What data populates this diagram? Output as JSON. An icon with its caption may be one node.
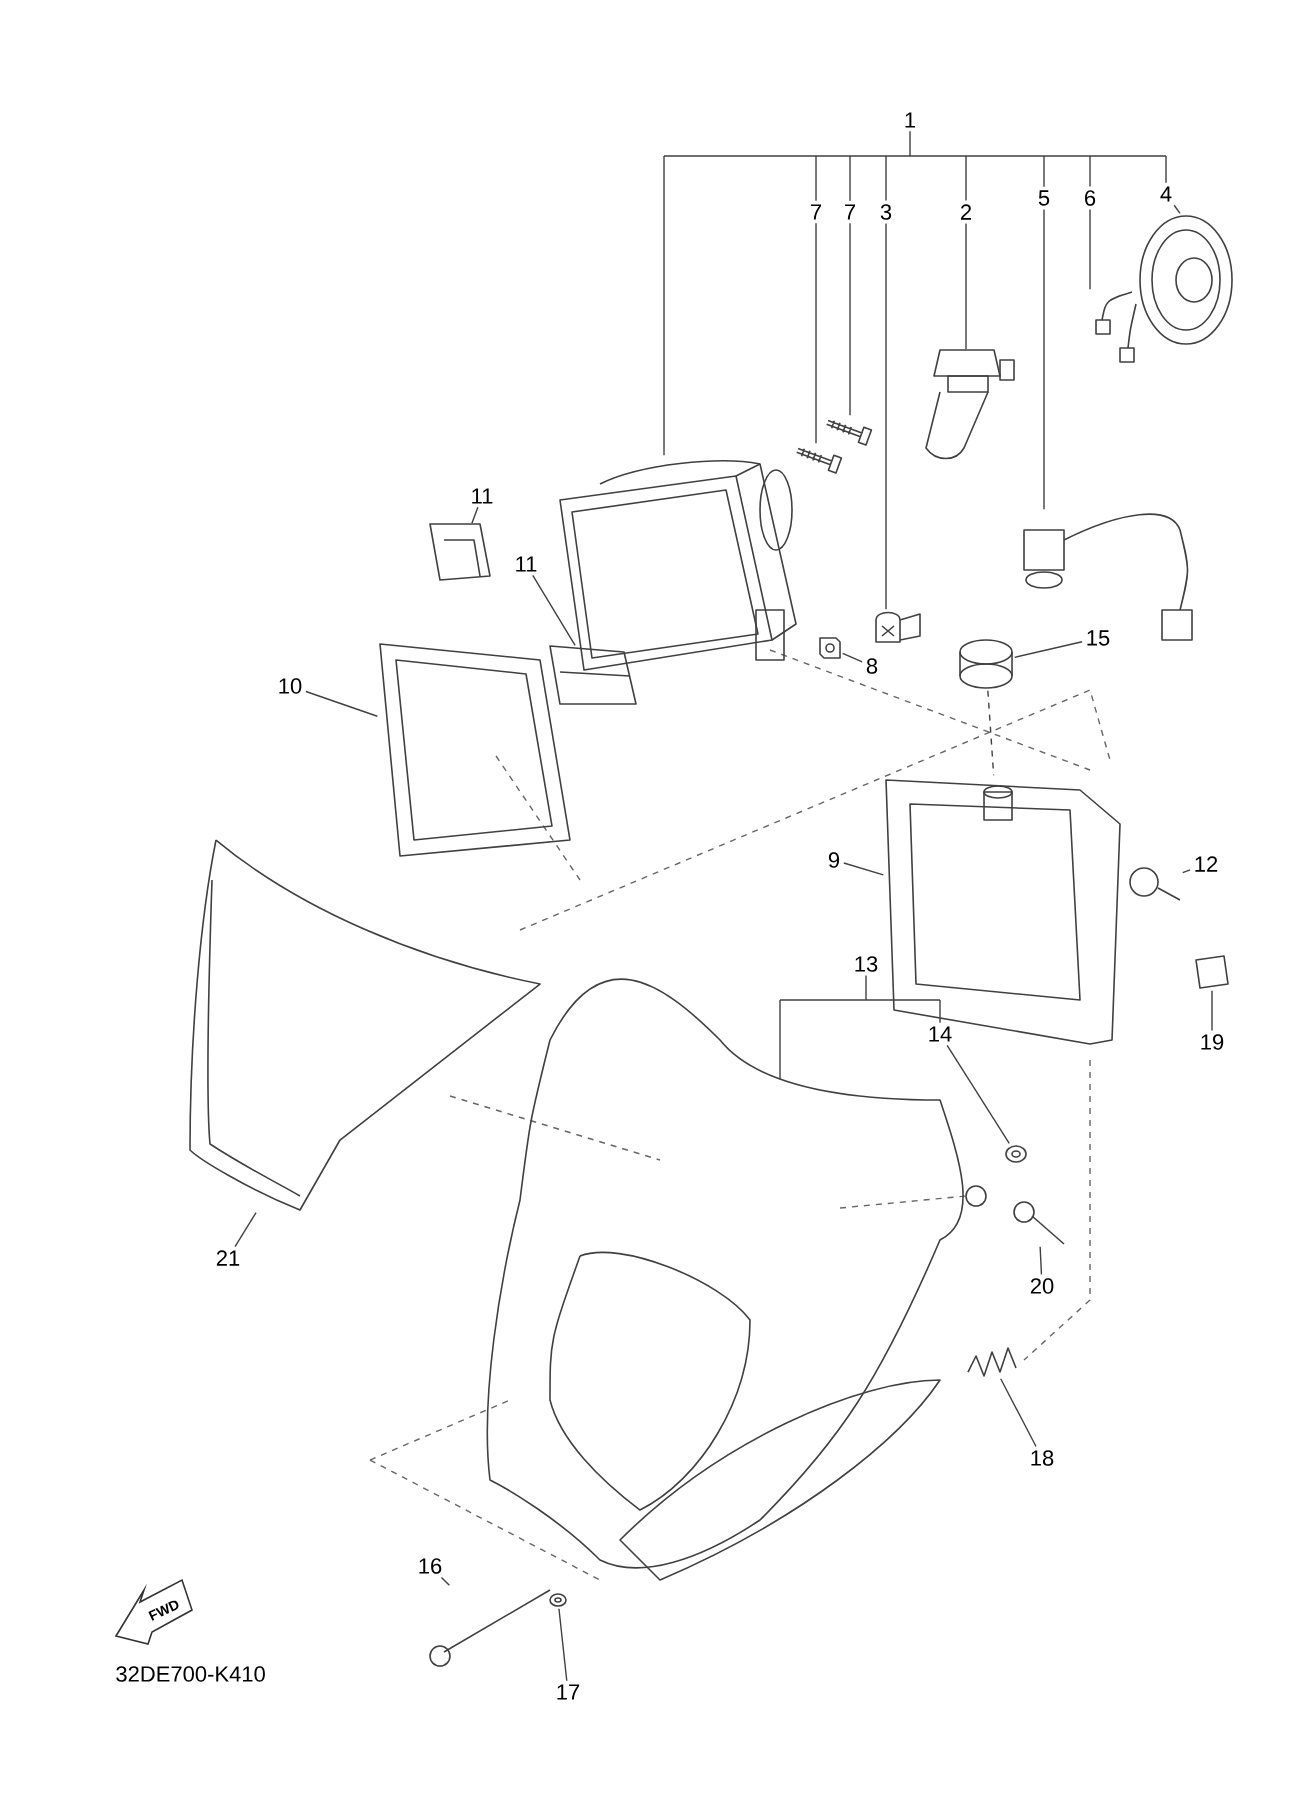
{
  "diagram": {
    "nodes": [
      {
        "text": [
          "1"
        ]
      },
      {
        "text": [
          "7"
        ]
      },
      {
        "text": [
          "7"
        ]
      },
      {
        "text": [
          "3"
        ]
      },
      {
        "text": [
          "2"
        ]
      },
      {
        "text": [
          "5"
        ]
      },
      {
        "text": [
          "6"
        ]
      },
      {
        "text": [
          "4"
        ]
      },
      {
        "text": [
          "11"
        ]
      },
      {
        "text": [
          "11"
        ]
      },
      {
        "text": [
          "8"
        ]
      },
      {
        "text": [
          "15"
        ]
      },
      {
        "text": [
          "10"
        ]
      },
      {
        "text": [
          "9"
        ]
      },
      {
        "text": [
          "12"
        ]
      },
      {
        "text": [
          "13"
        ]
      },
      {
        "text": [
          "14"
        ]
      },
      {
        "text": [
          "19"
        ]
      },
      {
        "text": [
          "21"
        ]
      },
      {
        "text": [
          "20"
        ]
      },
      {
        "text": [
          "18"
        ]
      },
      {
        "text": [
          "16"
        ]
      },
      {
        "text": [
          "17"
        ]
      },
      {
        "text": [],
        "shape": "picture"
      },
      {
        "text": [],
        "shape": "picture"
      },
      {
        "text": [],
        "shape": "picture"
      },
      {
        "text": [],
        "shape": "picture"
      },
      {
        "text": [],
        "shape": "picture"
      },
      {
        "text": [],
        "shape": "picture"
      },
      {
        "text": [],
        "shape": "picture"
      },
      {
        "text": [],
        "shape": "picture"
      },
      {
        "text": [],
        "shape": "picture"
      },
      {
        "text": [],
        "shape": "picture"
      },
      {
        "text": [],
        "shape": "picture"
      },
      {
        "text": [],
        "shape": "picture"
      },
      {
        "text": [],
        "shape": "picture"
      },
      {
        "text": [],
        "shape": "picture"
      },
      {
        "text": [],
        "shape": "picture"
      },
      {
        "text": [],
        "shape": "picture"
      },
      {
        "text": [],
        "shape": "picture"
      },
      {
        "text": [],
        "shape": "picture"
      },
      {
        "text": [],
        "shape": "picture"
      },
      {
        "text": [],
        "shape": "picture"
      },
      {
        "text": [],
        "shape": "picture"
      },
      {
        "text": [],
        "shape": "picture"
      },
      {
        "text": [],
        "shape": "picture"
      }
    ],
    "edges": [
      {
        "from": 0,
        "to": 23,
        "arrow": "none"
      },
      {
        "from": 0,
        "to": 1,
        "arrow": "none"
      },
      {
        "from": 0,
        "to": 2,
        "arrow": "none"
      },
      {
        "from": 0,
        "to": 3,
        "arrow": "none"
      },
      {
        "from": 0,
        "to": 4,
        "arrow": "none"
      },
      {
        "from": 0,
        "to": 5,
        "arrow": "none"
      },
      {
        "from": 0,
        "to": 6,
        "arrow": "none"
      },
      {
        "from": 0,
        "to": 7,
        "arrow": "none"
      },
      {
        "from": 1,
        "to": 24,
        "arrow": "none"
      },
      {
        "from": 2,
        "to": 25,
        "arrow": "none"
      },
      {
        "from": 3,
        "to": 26,
        "arrow": "none"
      },
      {
        "from": 4,
        "to": 27,
        "arrow": "none"
      },
      {
        "from": 5,
        "to": 28,
        "arrow": "none"
      },
      {
        "from": 6,
        "to": 29,
        "arrow": "none"
      },
      {
        "from": 7,
        "to": 30,
        "arrow": "none"
      },
      {
        "from": 8,
        "to": 31,
        "arrow": "none"
      },
      {
        "from": 9,
        "to": 32,
        "arrow": "none"
      },
      {
        "from": 10,
        "to": 33,
        "arrow": "none"
      },
      {
        "from": 11,
        "to": 34,
        "arrow": "none"
      },
      {
        "from": 12,
        "to": 35,
        "arrow": "none"
      },
      {
        "from": 13,
        "to": 36,
        "arrow": "none"
      },
      {
        "from": 14,
        "to": 37,
        "arrow": "none"
      },
      {
        "from": 15,
        "to": 40,
        "arrow": "none"
      },
      {
        "from": 15,
        "to": 16,
        "arrow": "none"
      },
      {
        "from": 16,
        "to": 41,
        "arrow": "none"
      },
      {
        "from": 17,
        "to": 38,
        "arrow": "none"
      },
      {
        "from": 18,
        "to": 39,
        "arrow": "none"
      },
      {
        "from": 19,
        "to": 42,
        "arrow": "none"
      },
      {
        "from": 20,
        "to": 43,
        "arrow": "none"
      },
      {
        "from": 21,
        "to": 44,
        "arrow": "none"
      },
      {
        "from": 22,
        "to": 45,
        "arrow": "none"
      },
      {
        "from": 34,
        "to": 36,
        "arrow": "none",
        "style": "dashed"
      }
    ],
    "labels": [
      "FWD",
      "32DE700-K410"
    ]
  }
}
